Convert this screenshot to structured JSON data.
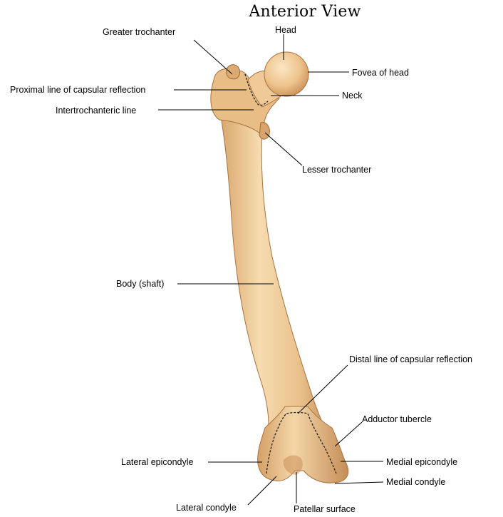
{
  "title": "Anterior View",
  "labels": {
    "greater_trochanter": "Greater trochanter",
    "head": "Head",
    "fovea_of_head": "Fovea of head",
    "proximal_line": "Proximal line of capsular reflection",
    "neck": "Neck",
    "intertrochanteric_line": "Intertrochanteric line",
    "lesser_trochanter": "Lesser trochanter",
    "body_shaft": "Body (shaft)",
    "distal_line": "Distal line of capsular reflection",
    "adductor_tubercle": "Adductor tubercle",
    "lateral_epicondyle": "Lateral epicondyle",
    "medial_epicondyle": "Medial epicondyle",
    "medial_condyle": "Medial condyle",
    "lateral_condyle": "Lateral condyle",
    "patellar_surface": "Patellar surface"
  },
  "colors": {
    "bone_light": "#f3d1a2",
    "bone_mid": "#e4b27a",
    "bone_dark": "#b9834e",
    "outline": "#8a5a30",
    "leader": "#000000"
  }
}
